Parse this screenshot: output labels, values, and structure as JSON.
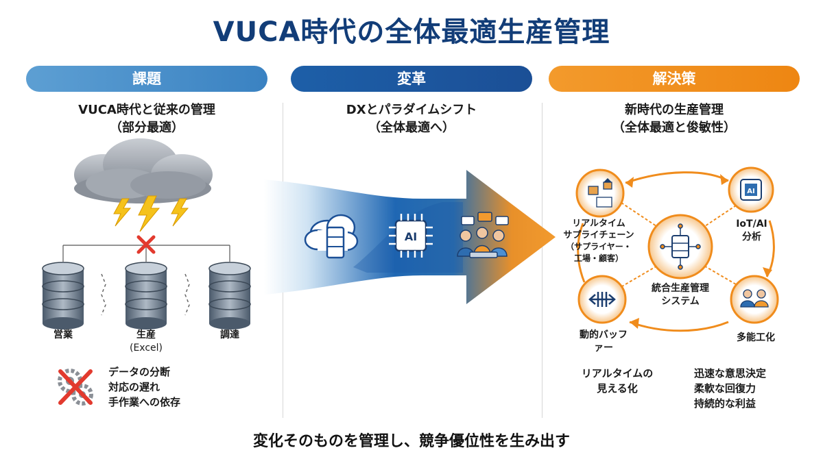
{
  "title": "VUCA時代の全体最適生産管理",
  "columns": {
    "issue": {
      "pill": "課題",
      "heading_line1": "VUCA時代と従来の管理",
      "heading_line2": "（部分最適）",
      "databases": [
        {
          "label": "営業"
        },
        {
          "label": "生産",
          "sub": "(Excel)"
        },
        {
          "label": "調達"
        }
      ],
      "problems": [
        "データの分断",
        "対応の遅れ",
        "手作業への依存"
      ]
    },
    "change": {
      "pill": "変革",
      "heading_line1": "DXとパラダイムシフト",
      "heading_line2": "（全体最適へ）",
      "chip_label": "AI"
    },
    "solution": {
      "pill": "解決策",
      "heading_line1": "新時代の生産管理",
      "heading_line2": "（全体最適と俊敏性）",
      "center_line1": "統合生産管理",
      "center_line2": "システム",
      "ai_chip": "AI",
      "nodes": {
        "supply_line1": "リアルタイム",
        "supply_line2": "サプライチェーン",
        "supply_line3": "（サプライヤー・",
        "supply_line4": "工場・顧客）",
        "iot_line1": "IoT/AI",
        "iot_line2": "分析",
        "buffer_line1": "動的バッフ",
        "buffer_line2": "ァー",
        "multi": "多能工化"
      },
      "benefits_left": [
        "リアルタイムの",
        "見える化"
      ],
      "benefits_right": [
        "迅速な意思決定",
        "柔軟な回復力",
        "持続的な利益"
      ]
    }
  },
  "bottom_message": "変化そのものを管理し、競争優位性を生み出す",
  "colors": {
    "title": "#123d78",
    "issue_pill": "#4a90cd",
    "change_pill": "#1b5aa3",
    "solution_pill": "#f08c1c",
    "danger": "#e23a2e"
  }
}
